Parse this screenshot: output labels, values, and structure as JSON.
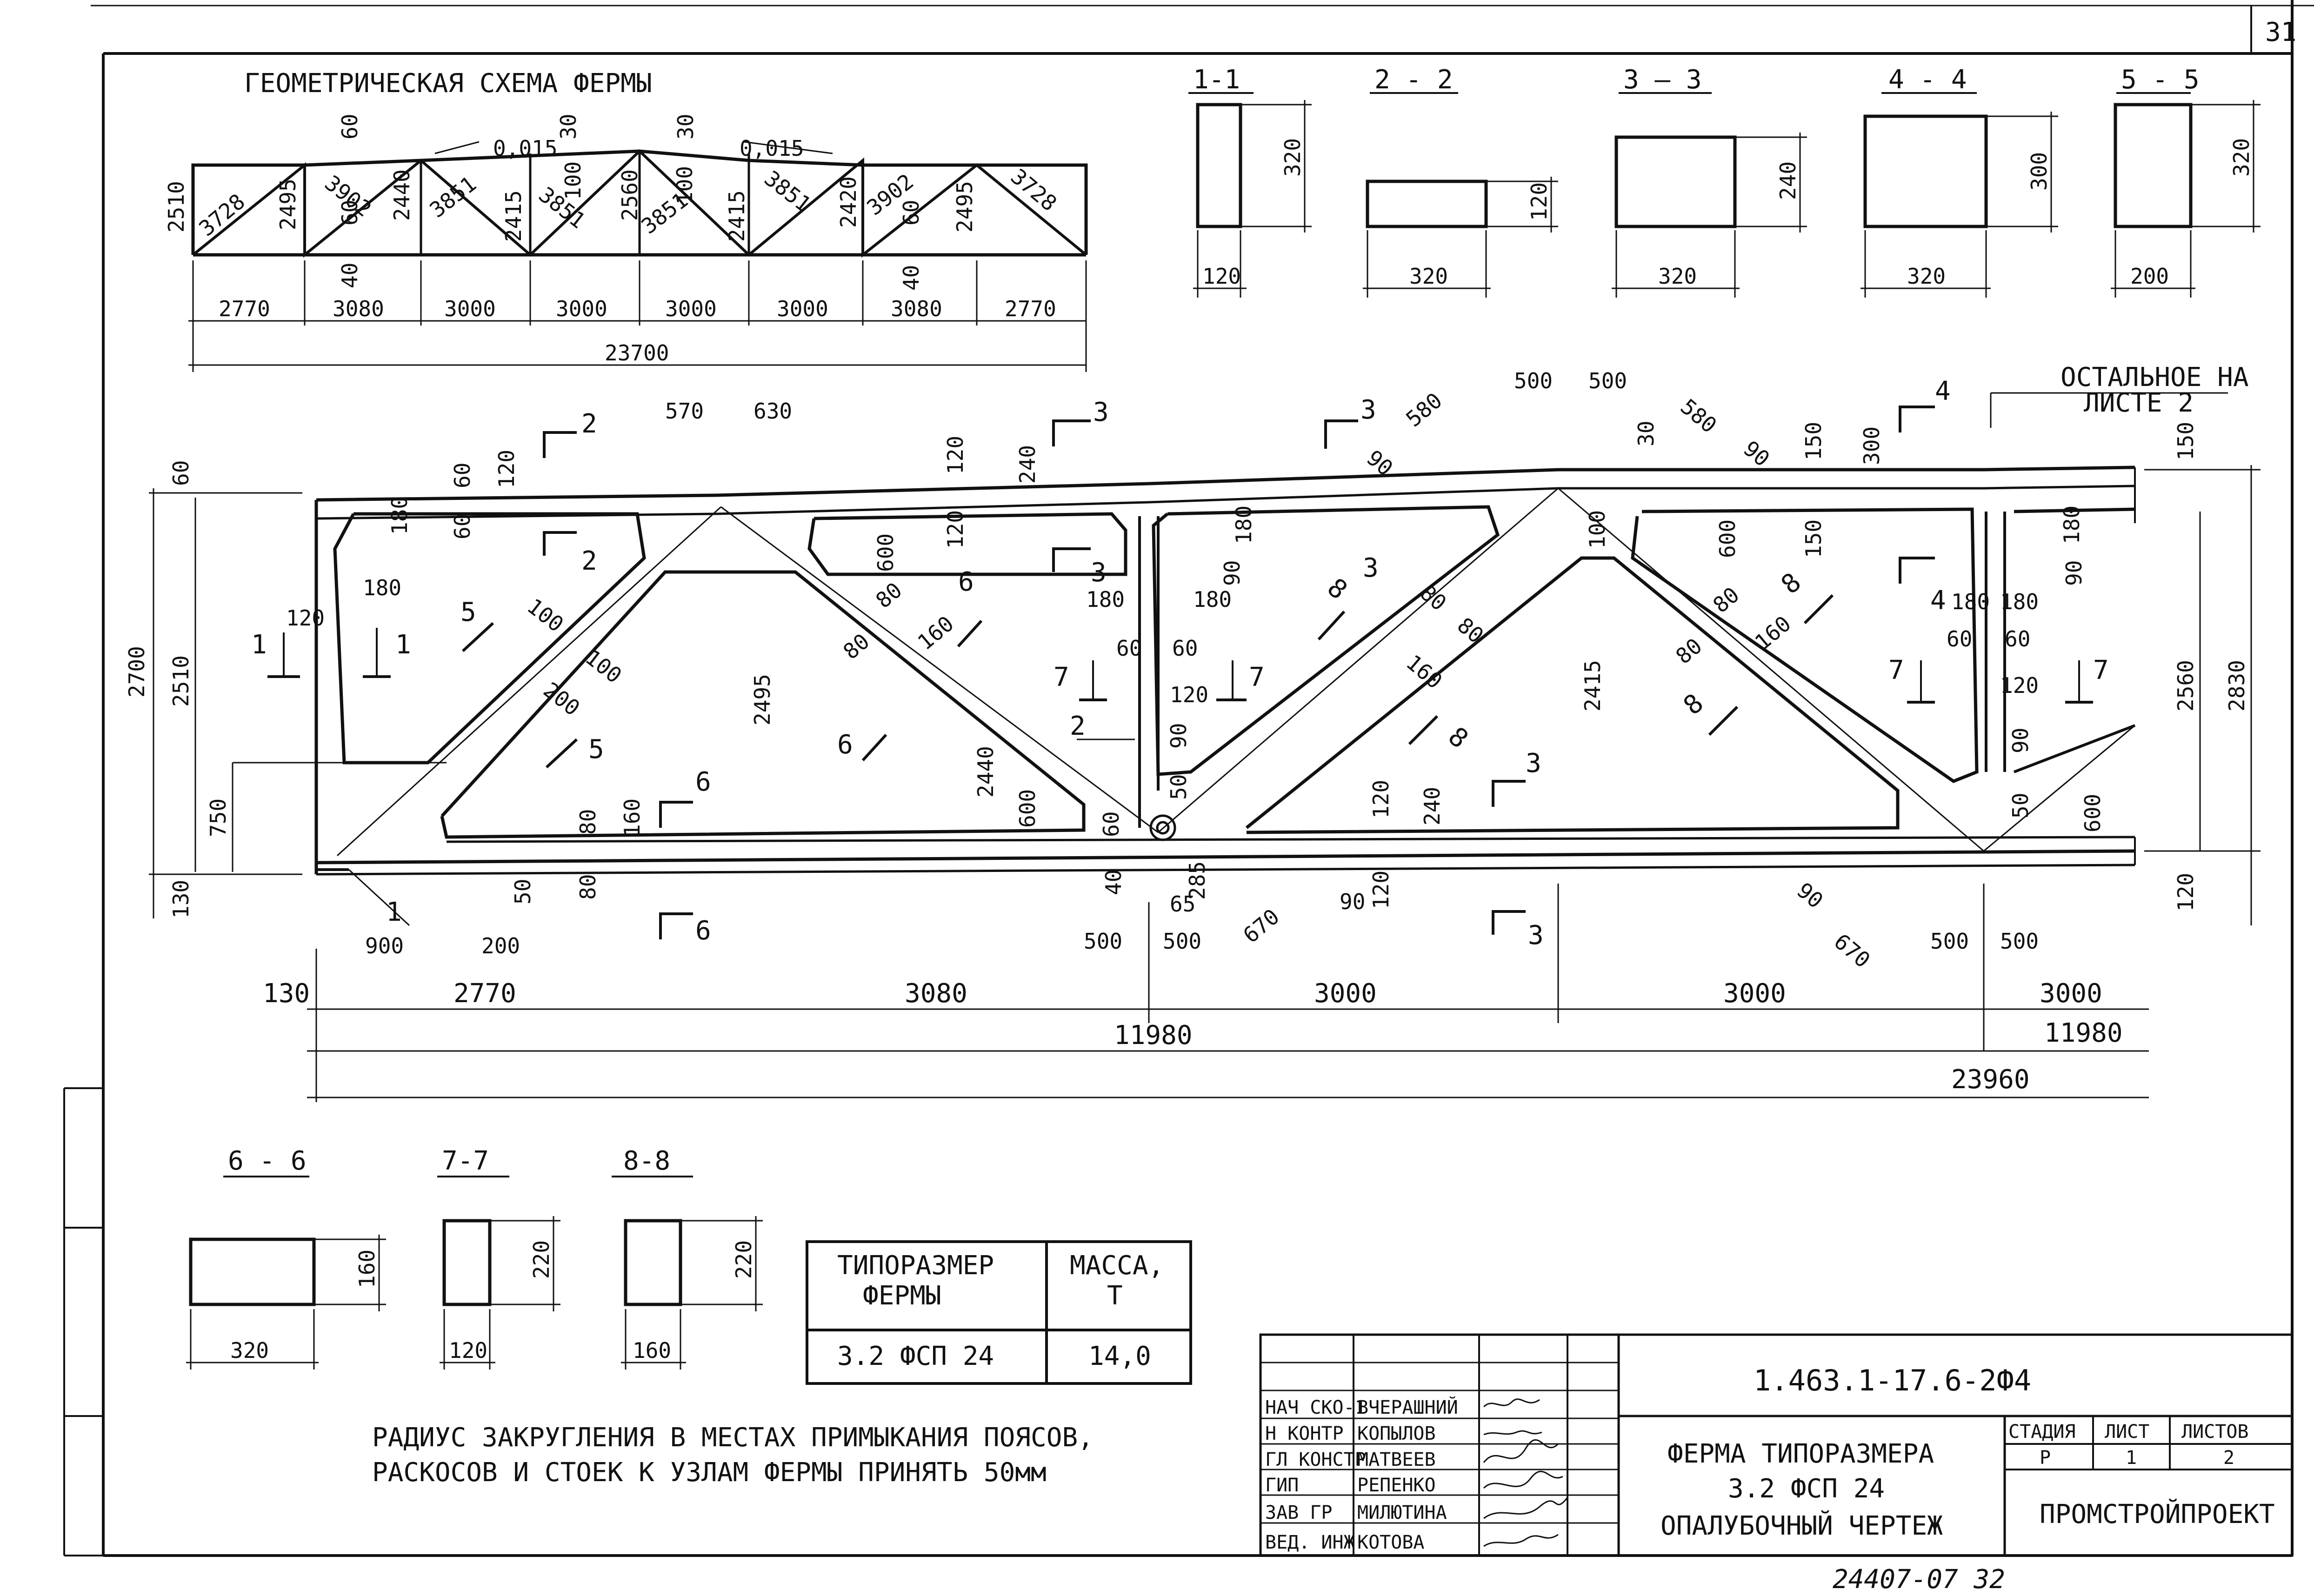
{
  "page_number": "31",
  "schema_title": "ГЕОМЕТРИЧЕСКАЯ СХЕМА ФЕРМЫ",
  "slope_label": "0,015",
  "schema": {
    "top_dims": [
      "60",
      "30",
      "30"
    ],
    "diag_labels": [
      "3728",
      "2495",
      "3902",
      "2440",
      "3851",
      "2415",
      "3851",
      "2560",
      "3851",
      "2415",
      "3851",
      "2420",
      "3902",
      "2495",
      "3728"
    ],
    "small_labels": [
      "60",
      "40",
      "100",
      "100",
      "60",
      "40"
    ],
    "height": "2510",
    "panels": [
      "2770",
      "3080",
      "3000",
      "3000",
      "3000",
      "3000",
      "3080",
      "2770"
    ],
    "total": "23700"
  },
  "sections_top": [
    {
      "label": "1-1",
      "w": "120",
      "h": "320"
    },
    {
      "label": "2 - 2",
      "w": "320",
      "h": "120"
    },
    {
      "label": "3 — 3",
      "w": "320",
      "h": "240"
    },
    {
      "label": "4 - 4",
      "w": "320",
      "h": "300"
    },
    {
      "label": "5 - 5",
      "w": "200",
      "h": "320"
    }
  ],
  "ostalnoe_line1": "ОСТАЛЬНОЕ НА",
  "ostalnoe_line2": "ЛИСТЕ 2",
  "elev_dims": {
    "left_h": [
      "2700",
      "2510",
      "750",
      "60",
      "130"
    ],
    "right_h": [
      "2560",
      "2830",
      "150",
      "120"
    ],
    "top_small": [
      "570",
      "630",
      "500",
      "500",
      "580",
      "580",
      "90",
      "90",
      "30",
      "60",
      "120",
      "60",
      "120",
      "240",
      "600",
      "120",
      "100",
      "300",
      "150",
      "150",
      "600",
      "90",
      "180",
      "180"
    ],
    "inner": [
      "180",
      "180",
      "120",
      "100",
      "100",
      "200",
      "80",
      "80",
      "160",
      "2495",
      "2440",
      "600",
      "180",
      "180",
      "90",
      "60",
      "60",
      "120",
      "90",
      "50",
      "40",
      "285",
      "65",
      "60",
      "80",
      "80",
      "160",
      "2415",
      "80",
      "80",
      "160",
      "180",
      "180",
      "60",
      "60",
      "120",
      "90",
      "50",
      "600",
      "670",
      "670",
      "90",
      "90",
      "120",
      "240",
      "120",
      "80",
      "160",
      "80",
      "50"
    ],
    "bottom_small": [
      "900",
      "200",
      "500",
      "500",
      "500",
      "500"
    ],
    "panels": [
      "130",
      "2770",
      "3080",
      "3000",
      "3000",
      "3000"
    ],
    "half": "11980",
    "half_right": "11980",
    "total": "23960"
  },
  "cut_marks": [
    "2",
    "2",
    "1",
    "1",
    "5",
    "5",
    "6",
    "6",
    "6",
    "6",
    "3",
    "3",
    "3",
    "3",
    "3",
    "3",
    "7",
    "7",
    "7",
    "7",
    "8",
    "8",
    "8",
    "8",
    "4",
    "4",
    "2",
    "1"
  ],
  "sections_bottom": [
    {
      "label": "6 - 6",
      "w": "320",
      "h": "160"
    },
    {
      "label": "7-7",
      "w": "120",
      "h": "220"
    },
    {
      "label": "8-8",
      "w": "160",
      "h": "220"
    }
  ],
  "mass_table": {
    "h1": "ТИПОРАЗМЕР",
    "h1b": "ФЕРМЫ",
    "h2": "МАССА,",
    "h2b": "Т",
    "v1": "3.2 ФСП 24",
    "v2": "14,0"
  },
  "note_line1": "РАДИУС ЗАКРУГЛЕНИЯ В МЕСТАХ ПРИМЫКАНИЯ ПОЯСОВ,",
  "note_line2": "РАСКОСОВ И СТОЕК К УЗЛАМ ФЕРМЫ ПРИНЯТЬ 50мм",
  "title_block": {
    "doc_code": "1.463.1-17.6-2Ф4",
    "title1": "ФЕРМА ТИПОРАЗМЕРА",
    "title2": "3.2 ФСП 24",
    "title3": "ОПАЛУБОЧНЫЙ ЧЕРТЕЖ",
    "stadia_h": "СТАДИЯ",
    "list_h": "ЛИСТ",
    "listov_h": "ЛИСТОВ",
    "stadia": "Р",
    "list": "1",
    "listov": "2",
    "org": "ПРОМСТРОЙПРОЕКТ",
    "roles": [
      "НАЧ СКО-1",
      "Н КОНТР",
      "ГЛ КОНСТР",
      "ГИП",
      "ЗАВ ГР",
      "ВЕД. ИНЖ"
    ],
    "names": [
      "ВЧЕРАШНИЙ",
      "КОПЫЛОВ",
      "МАТВЕЕВ",
      "РЕПЕНКО",
      "МИЛЮТИНА",
      "КОТОВА"
    ]
  },
  "bottom_code": "24407-07 32"
}
